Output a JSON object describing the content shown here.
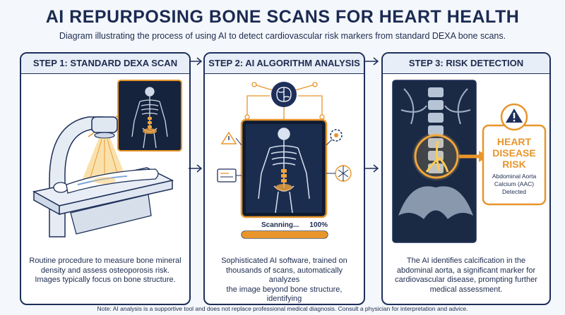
{
  "title": "AI REPURPOSING BONE SCANS FOR HEART HEALTH",
  "subtitle": "Diagram illustrating the process of using AI to detect cardiovascular risk markers from standard DEXA bone scans.",
  "steps": [
    {
      "heading": "STEP 1: STANDARD DEXA SCAN",
      "description": "Routine procedure to measure bone mineral\ndensity and assess osteoporosis risk.\nImages typically focus on bone structure."
    },
    {
      "heading": "STEP 2: AI ALGORITHM ANALYSIS",
      "description": "Sophisticated AI software, trained on\nthousands of scans, automatically analyzes\nthe image beyond bone structure, identifying\nsubtle patterns and anomalies.",
      "progress_label": "Scanning...",
      "progress_value": "100%",
      "progress_fraction": 1.0
    },
    {
      "heading": "STEP 3: RISK DETECTION",
      "description": "The AI identifies calcification in the\nabdominal aorta, a significant marker for\ncardiovascular disease, prompting further\nmedical assessment.",
      "risk_title_line1": "HEART",
      "risk_title_line2": "DISEASE",
      "risk_title_line3": "RISK",
      "risk_detail_line1": "Abdominal Aorta",
      "risk_detail_line2": "Calcium (AAC)",
      "risk_detail_line3": "Detected"
    }
  ],
  "footnote": "Note: AI analysis is a supportive tool and does not replace professional medical diagnosis. Consult a physician for interpretation and advice.",
  "colors": {
    "navy": "#1e2f5a",
    "accent_orange": "#e8952b",
    "scan_dark": "#16233d",
    "panel_head": "#e8eef7"
  },
  "icons": [
    "warning-icon",
    "brain-icon",
    "gear-icon",
    "arrow-right-icon",
    "skeleton-icon",
    "scanner-icon"
  ]
}
